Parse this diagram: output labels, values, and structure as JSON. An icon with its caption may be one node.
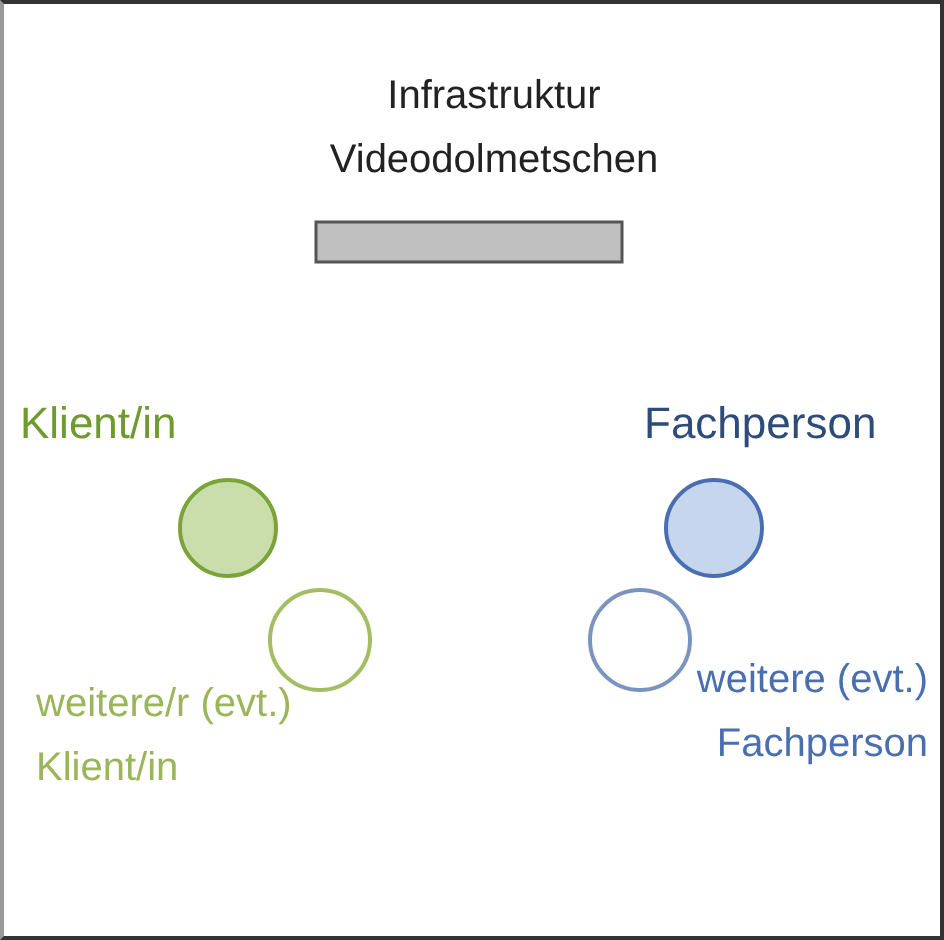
{
  "diagram": {
    "nodes": [
      {
        "text": [
          "Infrastruktur Videodolmetschen"
        ]
      },
      {
        "text": [
          "Klient/in"
        ]
      },
      {
        "text": [
          "weitere/r (evt.) Klient/in"
        ]
      },
      {
        "text": [
          "Fachperson"
        ]
      },
      {
        "text": [
          "weitere (evt.) Fachperson"
        ]
      }
    ]
  }
}
